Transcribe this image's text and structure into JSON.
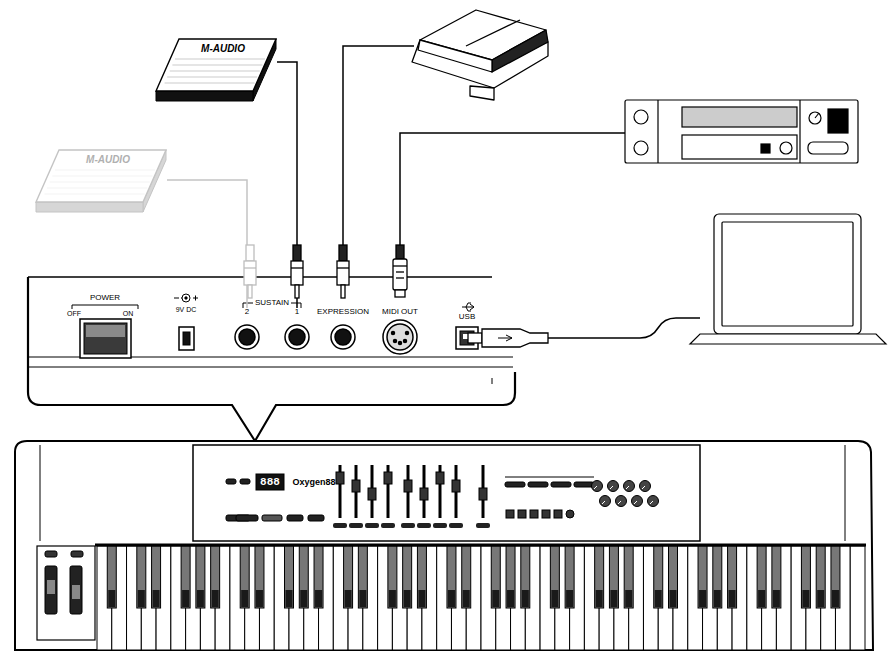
{
  "diagram": {
    "nodes": [
      {
        "text": [
          "M-AUDIO"
        ]
      },
      {
        "text": [
          "M-AUDIO"
        ]
      },
      {
        "text": [
          "2"
        ]
      },
      {
        "text": [
          "1"
        ]
      },
      {
        "text": [
          "EXPRESSION"
        ]
      },
      {
        "text": [
          "MIDI OUT"
        ]
      },
      {
        "text": [
          "USB"
        ]
      }
    ],
    "edges": [
      {
        "from": 0,
        "to": 2,
        "arrow": "none"
      },
      {
        "from": 1,
        "to": 3,
        "arrow": "none"
      }
    ],
    "labels": [
      "POWER",
      "OFF",
      "ON",
      "9V DC",
      "SUSTAIN",
      "888",
      "Oxygen88"
    ]
  }
}
